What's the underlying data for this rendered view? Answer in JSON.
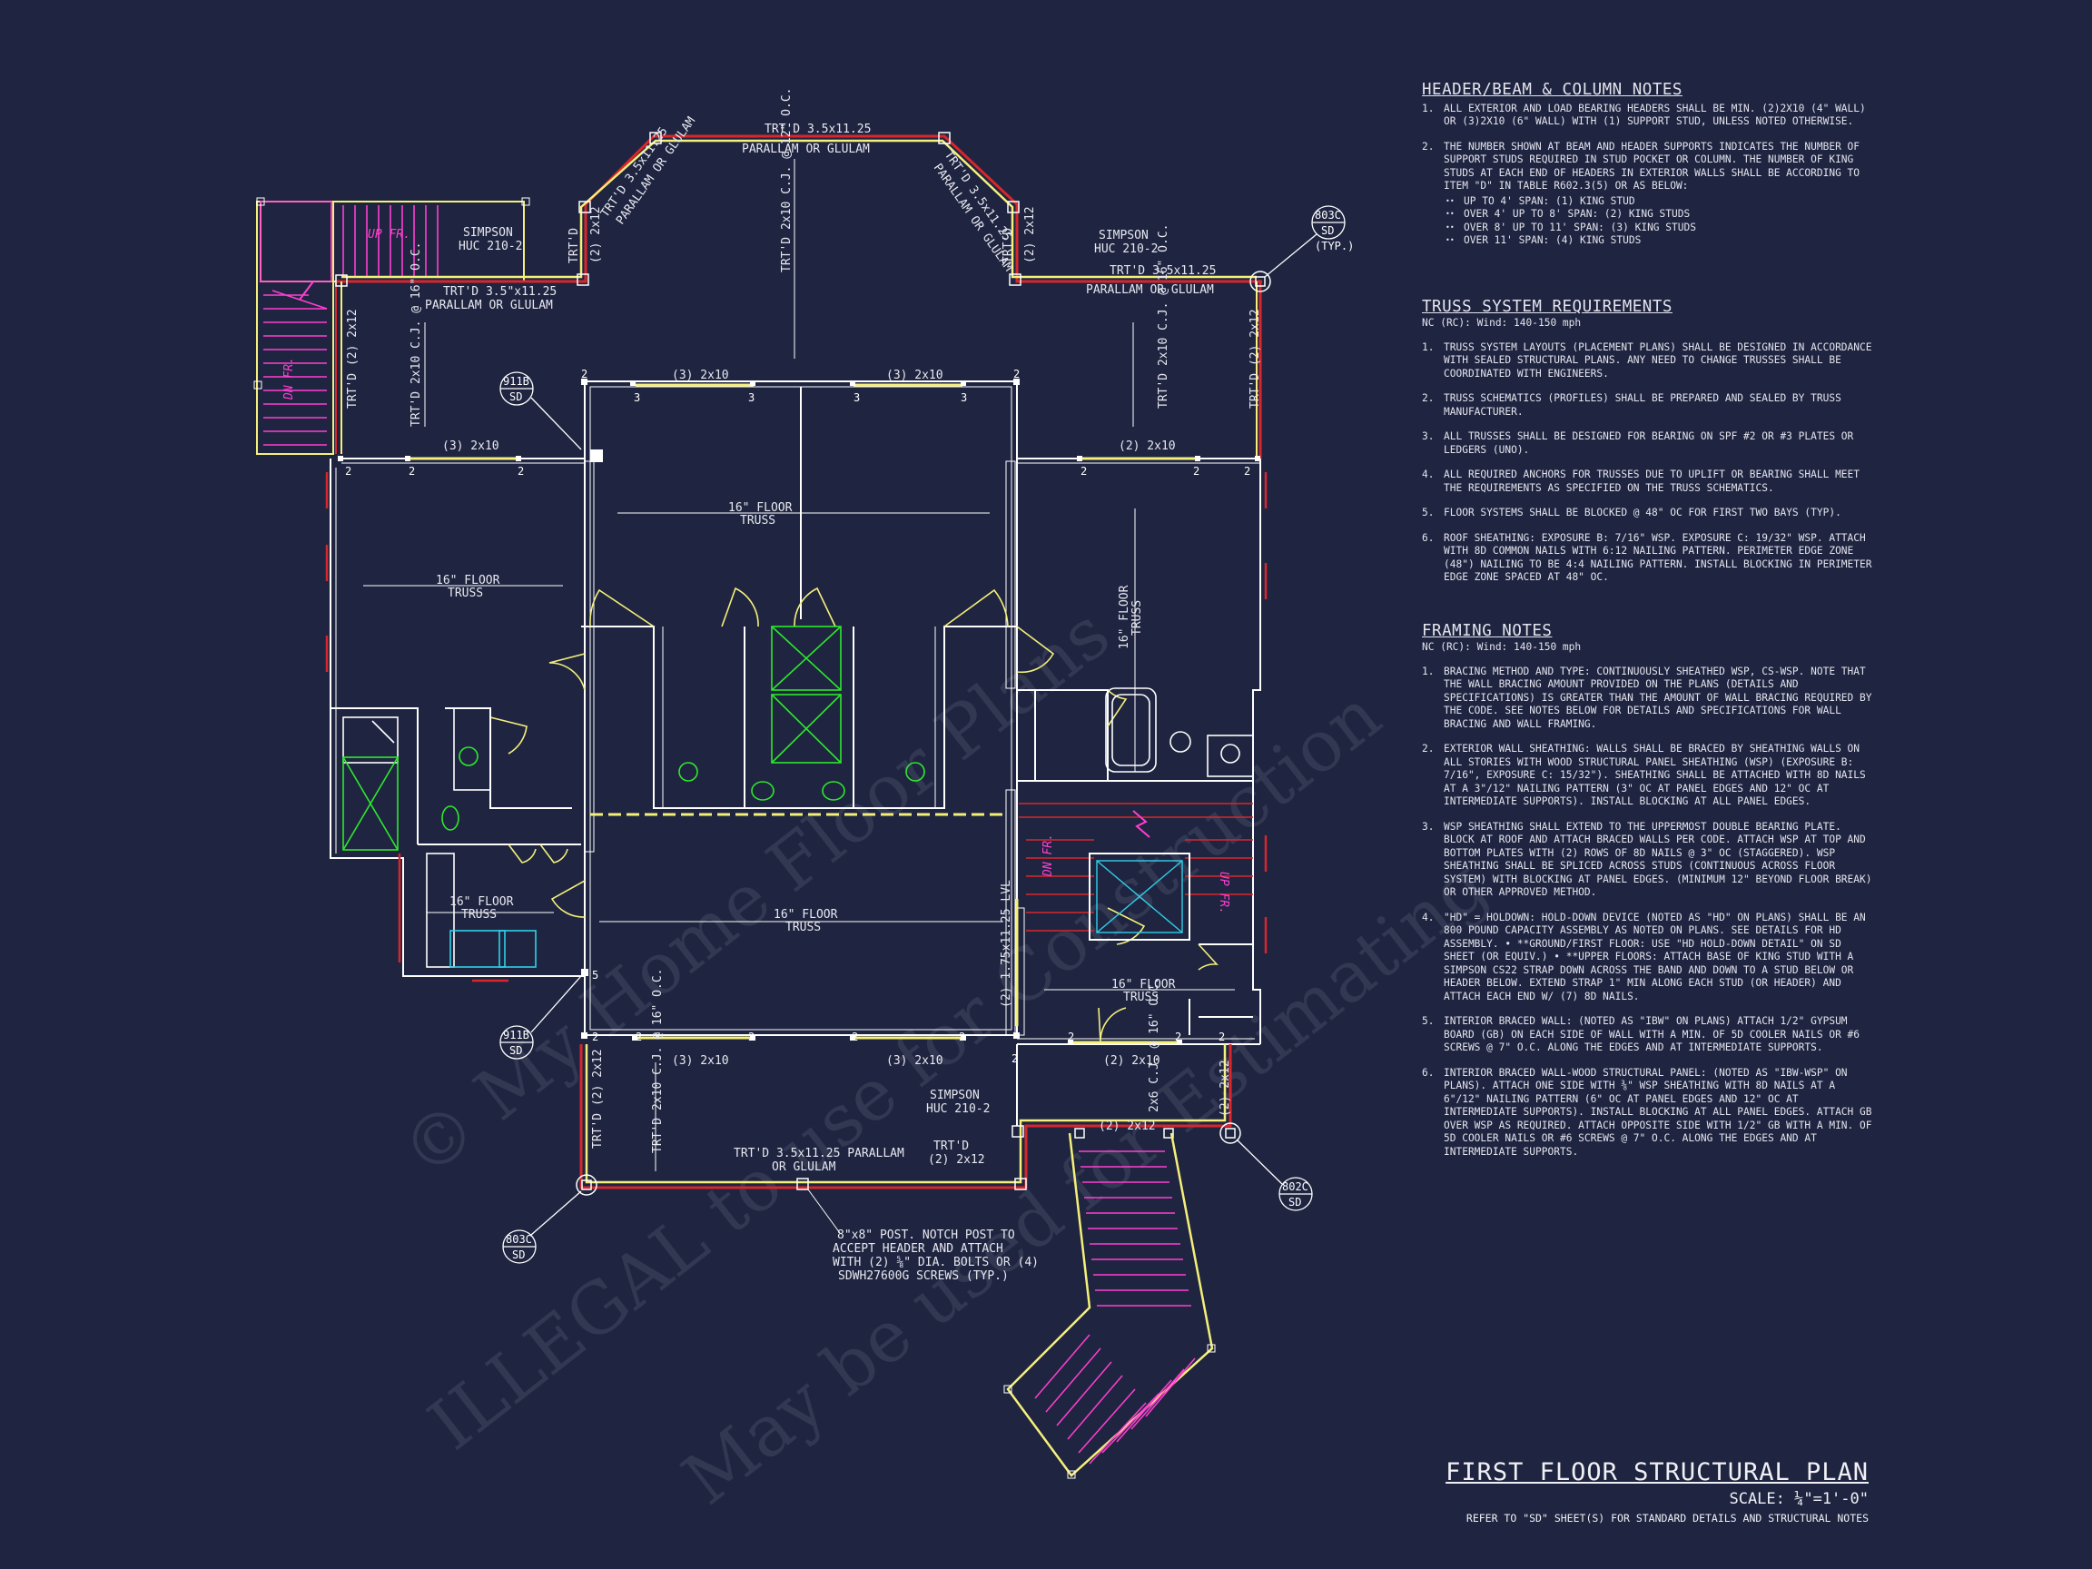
{
  "plan": {
    "title": "FIRST FLOOR STRUCTURAL PLAN",
    "scale": "SCALE: ¼\"=1'-0\"",
    "refer": "REFER TO \"SD\" SHEET(S) FOR STANDARD DETAILS AND STRUCTURAL NOTES"
  },
  "labels": {
    "trtd_top": "TRT'D 3.5x11.25",
    "parallam_top": "PARALLAM OR GLULAM",
    "diag_left": "TRT'D 3.5x11.25 PARALLAM OR GLULAM",
    "diag_right": "TRT'D 3.5x11.25 PARALLAM OR GLULAM",
    "trtd_left_beam": "TRT'D 3.5\"x11.25",
    "parallam_left": "PARALLAM OR GLULAM",
    "trtd_right_beam": "TRT'D 3.5x11.25",
    "parallam_right": "PARALLAM OR GLULAM",
    "simpson_left": "SIMPSON",
    "huc_left": "HUC 210-2",
    "simpson_right": "SIMPSON",
    "huc_right": "HUC 210-2",
    "simpson_bottom": "SIMPSON",
    "huc_bottom": "HUC 210-2",
    "trtd": "TRT'D",
    "post_2x12": "(2) 2x12",
    "cj_center": "TRT'D 2x10 C.J. @ 12\" O.C.",
    "cj_left": "TRT'D 2x10 C.J. @ 16\" O.C.",
    "cj_right": "TRT'D 2x10 C.J. @ 16\" O.C.",
    "cj_bottom": "TRT'D 2x10 C.J. @ 16\" O.C.",
    "trtd_2x12_left": "TRT'D (2) 2x12",
    "trtd_2x12_right": "TRT'D (2) 2x12",
    "hdr_3_2x10": "(3) 2x10",
    "hdr_2_2x10": "(2) 2x10",
    "hdr_2_2x12": "(2) 2x12",
    "floor_truss_16": "16\" FLOOR",
    "truss": "TRUSS",
    "trtd_beam_bottom": "TRT'D 3.5x11.25 PARALLAM",
    "or_glulam": "OR GLULAM",
    "dn_fr": "DN FR.",
    "up_fr": "UP FR.",
    "lvl": "(2) 1.75x11.25 LVL",
    "joist_2x6": "2x6 C.J. @ 16\" O.C.",
    "post_note_1": "8\"x8\" POST. NOTCH POST TO",
    "post_note_2": "ACCEPT HEADER AND ATTACH",
    "post_note_3": "WITH (2) ⅝\" DIA. BOLTS OR (4)",
    "post_note_4": "SDWH27600G SCREWS (TYP.)",
    "typ": "(TYP.)",
    "sd": "SD",
    "tag_803c": "803C",
    "tag_911b": "911B",
    "tag_802c": "802C",
    "num_2": "2",
    "num_3": "3",
    "num_5": "5"
  },
  "watermark": {
    "line1": "© My Home Floor Plans",
    "line2": "ILLEGAL to use for Construction",
    "line3": "May be used for Estimating"
  },
  "header_notes": {
    "title": "HEADER/BEAM & COLUMN NOTES",
    "items": [
      {
        "n": "1.",
        "text": "ALL EXTERIOR AND LOAD BEARING HEADERS SHALL BE MIN. (2)2x10 (4\" WALL) OR (3)2x10 (6\" WALL) WITH (1) SUPPORT STUD, UNLESS NOTED OTHERWISE."
      },
      {
        "n": "2.",
        "text": "THE NUMBER SHOWN AT BEAM AND HEADER SUPPORTS INDICATES THE NUMBER OF SUPPORT STUDS REQUIRED IN STUD POCKET OR COLUMN. THE NUMBER OF KING STUDS AT EACH END OF HEADERS IN EXTERIOR WALLS SHALL BE ACCORDING TO ITEM \"d\" IN TABLE R602.3(5) OR AS BELOW:"
      }
    ],
    "bullets": [
      "UP TO 4' SPAN: (1) KING STUD",
      "OVER 4' UP TO 8' SPAN: (2) KING STUDS",
      "OVER 8' UP TO 11' SPAN: (3) KING STUDS",
      "OVER 11' SPAN: (4) KING STUDS"
    ]
  },
  "truss_notes": {
    "title": "TRUSS SYSTEM REQUIREMENTS",
    "sub": "NC (RC): Wind: 140-150 mph",
    "items": [
      {
        "n": "1.",
        "text": "TRUSS SYSTEM LAYOUTS (PLACEMENT PLANS) SHALL BE DESIGNED IN ACCORDANCE WITH SEALED STRUCTURAL PLANS. ANY NEED TO CHANGE TRUSSES SHALL BE COORDINATED WITH ENGINEERS."
      },
      {
        "n": "2.",
        "text": "TRUSS SCHEMATICS (PROFILES) SHALL BE PREPARED AND SEALED BY TRUSS MANUFACTURER."
      },
      {
        "n": "3.",
        "text": "ALL TRUSSES SHALL BE DESIGNED FOR BEARING ON SPF #2 OR #3 PLATES OR LEDGERS (UNO)."
      },
      {
        "n": "4.",
        "text": "ALL REQUIRED ANCHORS FOR TRUSSES DUE TO UPLIFT OR BEARING SHALL MEET THE REQUIREMENTS AS SPECIFIED ON THE TRUSS SCHEMATICS."
      },
      {
        "n": "5.",
        "text": "FLOOR SYSTEMS SHALL BE BLOCKED @ 48\" OC FOR FIRST TWO BAYS (TYP)."
      },
      {
        "n": "6.",
        "text": "ROOF SHEATHING: EXPOSURE B: 7/16\" WSP. EXPOSURE C: 19/32\" WSP. ATTACH WITH 8d COMMON NAILS WITH 6:12 NAILING PATTERN. PERIMETER EDGE ZONE (48\") NAILING TO BE 4:4 NAILING PATTERN. INSTALL BLOCKING IN PERIMETER EDGE ZONE SPACED AT 48\" OC."
      }
    ]
  },
  "framing_notes": {
    "title": "FRAMING NOTES",
    "sub": "NC (RC): Wind: 140-150 mph",
    "items": [
      {
        "n": "1.",
        "text": "BRACING METHOD AND TYPE: CONTINUOUSLY SHEATHED WSP, CS-WSP. NOTE THAT THE WALL BRACING AMOUNT PROVIDED ON THE PLANS (DETAILS AND SPECIFICATIONS) IS GREATER THAN THE AMOUNT OF WALL BRACING REQUIRED BY THE CODE. SEE NOTES BELOW FOR DETAILS AND SPECIFICATIONS FOR WALL BRACING AND WALL FRAMING."
      },
      {
        "n": "2.",
        "text": "EXTERIOR WALL SHEATHING: WALLS SHALL BE BRACED BY SHEATHING WALLS ON ALL STORIES WITH WOOD STRUCTURAL PANEL SHEATHING (WSP) (EXPOSURE B: 7/16\", EXPOSURE C: 15/32\"). SHEATHING SHALL BE ATTACHED WITH 8d NAILS AT A 3\"/12\" NAILING PATTERN (3\" OC AT PANEL EDGES AND 12\" OC AT INTERMEDIATE SUPPORTS). INSTALL BLOCKING AT ALL PANEL EDGES."
      },
      {
        "n": "3.",
        "text": "WSP SHEATHING SHALL EXTEND TO THE UPPERMOST DOUBLE BEARING PLATE. BLOCK AT ROOF AND ATTACH BRACED WALLS PER CODE. ATTACH WSP AT TOP AND BOTTOM PLATES WITH (2) ROWS OF 8d NAILS @ 3\" OC (STAGGERED). WSP SHEATHING SHALL BE SPLICED ACROSS STUDS (CONTINUOUS ACROSS FLOOR SYSTEM) WITH BLOCKING AT PANEL EDGES. (MINIMUM 12\" BEYOND FLOOR BREAK) OR OTHER APPROVED METHOD."
      },
      {
        "n": "4.",
        "text": "\"HD\" = HOLDOWN: HOLD-DOWN DEVICE (NOTED AS \"HD\" ON PLANS) SHALL BE AN 800 POUND CAPACITY ASSEMBLY AS NOTED ON PLANS. SEE DETAILS FOR HD ASSEMBLY. • **GROUND/FIRST FLOOR: USE \"HD HOLD-DOWN DETAIL\" ON SD SHEET (OR EQUIV.) • **UPPER FLOORS: ATTACH BASE OF KING STUD WITH A SIMPSON CS22 STRAP DOWN ACROSS THE BAND AND DOWN TO A STUD BELOW OR HEADER BELOW. EXTEND STRAP 1\" MIN ALONG EACH STUD (OR HEADER) AND ATTACH EACH END W/ (7) 8d NAILS."
      },
      {
        "n": "5.",
        "text": "INTERIOR BRACED WALL: (NOTED AS \"IBW\" ON PLANS) ATTACH 1/2\" GYPSUM BOARD (GB) ON EACH SIDE OF WALL WITH A MIN. OF 5d COOLER NAILS OR #6 SCREWS @ 7\" O.C. ALONG THE EDGES AND AT INTERMEDIATE SUPPORTS."
      },
      {
        "n": "6.",
        "text": "INTERIOR BRACED WALL-WOOD STRUCTURAL PANEL: (NOTED AS \"IBW-WSP\" ON PLANS). ATTACH ONE SIDE WITH ⅜\" WSP SHEATHING WITH 8d NAILS AT A 6\"/12\" NAILING PATTERN (6\" OC AT PANEL EDGES AND 12\" OC AT INTERMEDIATE SUPPORTS). INSTALL BLOCKING AT ALL PANEL EDGES. ATTACH GB OVER WSP AS REQUIRED. ATTACH OPPOSITE SIDE WITH 1/2\" GB WITH A MIN. OF 5d COOLER NAILS OR #6 SCREWS @ 7\" O.C. ALONG THE EDGES AND AT INTERMEDIATE SUPPORTS."
      }
    ]
  },
  "colors": {
    "background": "#1f2540",
    "wall": "#ffffff",
    "beam": "#f5f07a",
    "red": "#d8262c",
    "magenta": "#ff3fd0",
    "green": "#2ee82e",
    "cyan": "#2fd0e8"
  }
}
